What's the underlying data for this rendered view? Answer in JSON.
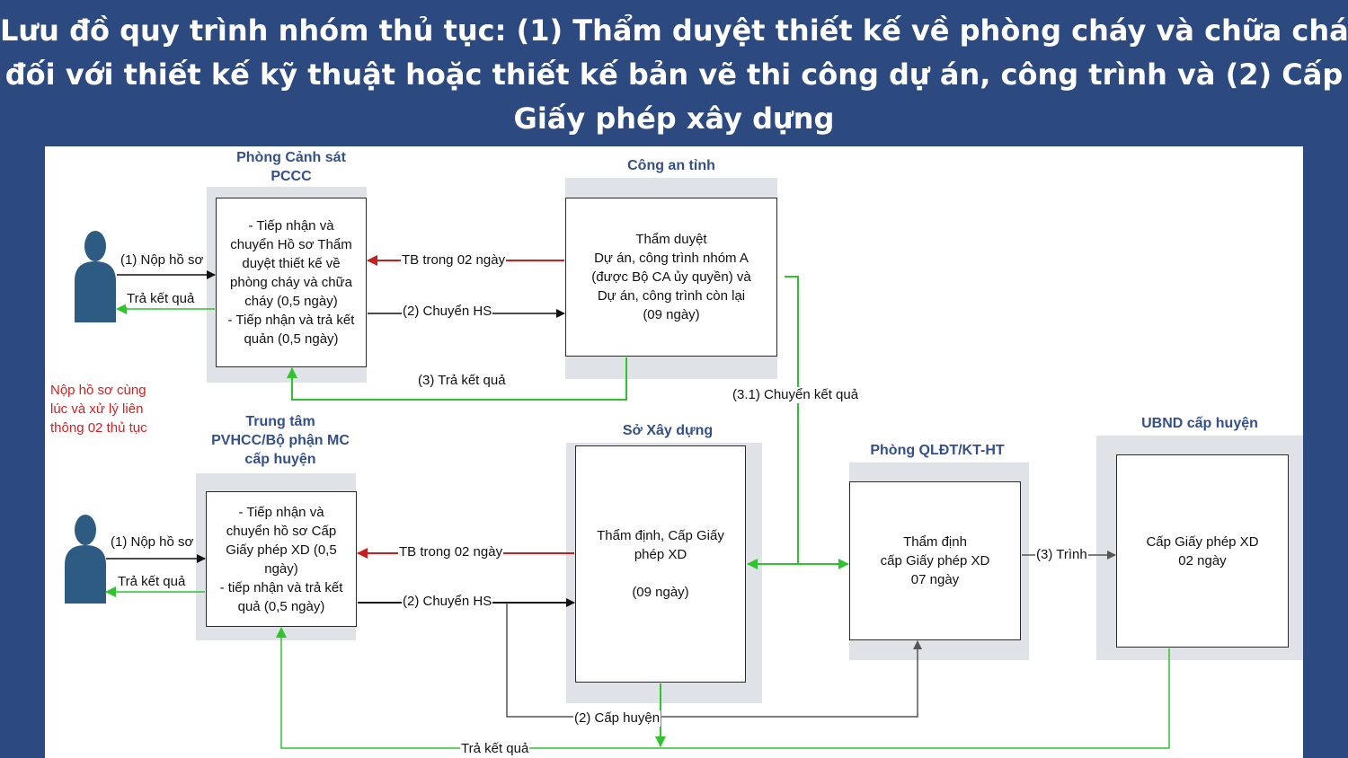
{
  "header": {
    "lines": [
      "Lưu đồ quy trình nhóm thủ tục: (1) Thẩm duyệt thiết kế về phòng cháy và chữa cháy",
      "đối với thiết kế kỹ thuật hoặc thiết kế bản vẽ thi công dự án, công trình và (2) Cấp",
      "Giấy phép xây dựng"
    ]
  },
  "colors": {
    "background": "#2c4a80",
    "title_text": "#34508a",
    "red_arrow": "#c81e1e",
    "green_arrow": "#2fc42f",
    "note_red": "#d52020",
    "person": "#2e5b82"
  },
  "titles": {
    "pccc": [
      "Phòng Cảnh sát",
      "PCCC"
    ],
    "cong_an": "Công an tỉnh",
    "trung_tam": [
      "Trung tâm",
      "PVHCC/Bộ phận MC",
      "cấp huyện"
    ],
    "so_xay_dung": "Sở Xây dựng",
    "qldt": "Phòng QLĐT/KT-HT",
    "ubnd": "UBND cấp huyện"
  },
  "boxes": {
    "pccc": [
      "- Tiếp nhận và",
      "chuyển Hồ sơ Thẩm",
      "duyệt thiết kế về",
      "phòng cháy và chữa",
      "cháy (0,5 ngày)",
      "- Tiếp nhận và trả kết",
      "quản (0,5 ngày)"
    ],
    "cong_an": [
      "Thẩm duyệt",
      "Dự án, công trình nhóm A",
      "(được Bộ CA ủy quyền) và",
      "Dự án, công trình còn lại",
      "(09 ngày)"
    ],
    "trung_tam": [
      "- Tiếp nhận và",
      "chuyển hồ sơ Cấp",
      "Giấy phép XD (0,5",
      "ngày)",
      "- tiếp nhận và trả kết",
      "quả (0,5 ngày)"
    ],
    "so_xay_dung": [
      "Thẩm định, Cấp Giấy",
      "phép XD",
      "",
      "(09 ngày)"
    ],
    "qldt": [
      "Thẩm định",
      "cấp Giấy phép XD",
      "07 ngày"
    ],
    "ubnd": [
      "Cấp Giấy phép XD",
      "02 ngày"
    ]
  },
  "labels": {
    "nop_ho_so": "(1) Nộp hồ sơ",
    "tra_ket_qua": "Trả kết quả",
    "tb_02_ngay": "TB trong 02 ngày",
    "chuyen_hs": "(2) Chuyển HS",
    "tra_ket_qua_3": "(3) Trả kết quả",
    "chuyen_ket_qua_31": "(3.1) Chuyển kết quả",
    "trinh_3": "(3) Trình",
    "cap_huyen_2": "(2) Cấp huyện",
    "tra_ket_qua_bottom": "Trả kết quả"
  },
  "note": [
    "Nộp hồ sơ cùng",
    "lúc và xử lý liên",
    "thông 02 thủ tục"
  ]
}
